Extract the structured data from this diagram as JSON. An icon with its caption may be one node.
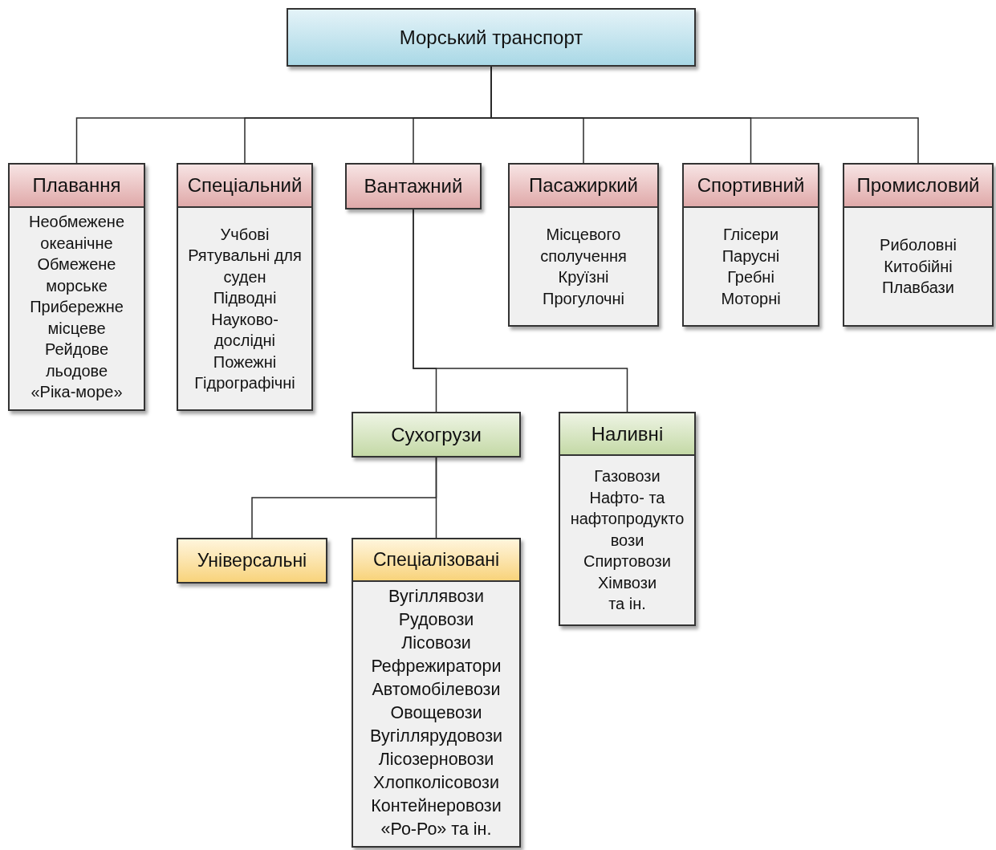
{
  "diagram": {
    "nodes": [
      {
        "text": [
          "Морський транспорт"
        ]
      },
      {
        "text": [
          "Плавання",
          "Необмежене океанічне",
          "Обмежене морське",
          "Прибережне місцеве",
          "Рейдове льодове",
          "«Ріка-море»"
        ]
      },
      {
        "text": [
          "Спеціальний",
          "Учбові",
          "Рятувальні для суден",
          "Підводні",
          "Науково- дослідні",
          "Пожежні",
          "Гідрографічні"
        ]
      },
      {
        "text": [
          "Вантажний"
        ]
      },
      {
        "text": [
          "Пасажиркий",
          "Місцевого сполучення",
          "Круїзні",
          "Прогулочні"
        ]
      },
      {
        "text": [
          "Спортивний",
          "Глісери",
          "Парусні",
          "Гребні",
          "Моторні"
        ]
      },
      {
        "text": [
          "Промисловий",
          "Риболовні",
          "Китобійні",
          "Плавбази"
        ]
      },
      {
        "text": [
          "Сухогрузи"
        ]
      },
      {
        "text": [
          "Наливні",
          "Газовози",
          "Нафто- та нафтопродукто вози",
          "Спиртовози",
          "Хімвози",
          "та ін."
        ]
      },
      {
        "text": [
          "Універсальні"
        ]
      },
      {
        "text": [
          "Спеціалізовані",
          "Вугіллявози",
          "Рудовози",
          "Лісовози",
          "Рефрежиратори",
          "Автомобілевози",
          "Овощевози",
          "Вугіллярудовози",
          "Лісозерновози",
          "Хлопколісовози",
          "Контейнеровози",
          "«Ро-Ро» та ін."
        ]
      }
    ],
    "edges": [
      {
        "from": 0,
        "to": 1,
        "arrow": "none"
      },
      {
        "from": 0,
        "to": 2,
        "arrow": "none"
      },
      {
        "from": 0,
        "to": 3,
        "arrow": "none"
      },
      {
        "from": 0,
        "to": 4,
        "arrow": "none"
      },
      {
        "from": 0,
        "to": 5,
        "arrow": "none"
      },
      {
        "from": 0,
        "to": 6,
        "arrow": "none"
      },
      {
        "from": 3,
        "to": 7,
        "arrow": "none"
      },
      {
        "from": 3,
        "to": 8,
        "arrow": "none"
      },
      {
        "from": 7,
        "to": 9,
        "arrow": "none"
      },
      {
        "from": 7,
        "to": 10,
        "arrow": "none"
      }
    ]
  }
}
